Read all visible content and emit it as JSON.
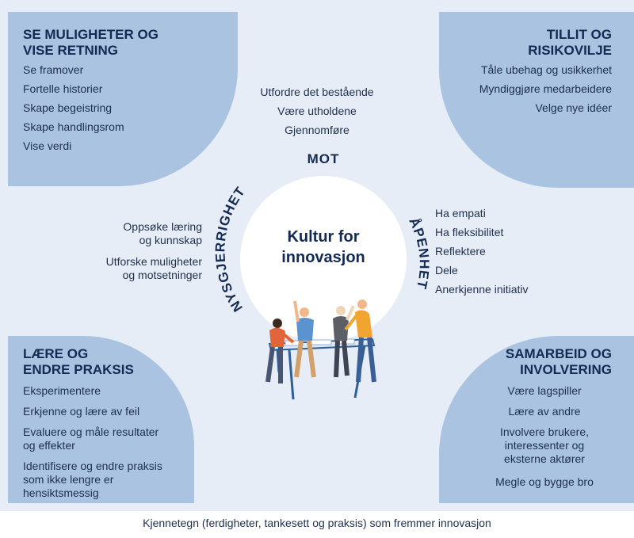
{
  "top_left": {
    "title": "SE MULIGHETER OG\nVISE RETNING",
    "items": [
      "Se framover",
      "Fortelle historier",
      "Skape begeistring",
      "Skape handlingsrom",
      "Vise verdi"
    ]
  },
  "top_right": {
    "title": "TILLIT OG\nRISIKOVILJE",
    "items": [
      "Tåle ubehag og usikkerhet",
      "Myndiggjøre medarbeidere",
      "Velge nye idéer"
    ]
  },
  "bottom_left": {
    "title": "LÆRE OG\nENDRE PRAKSIS",
    "items": [
      "Eksperimentere",
      "Erkjenne og lære av feil",
      "Evaluere og måle resultater\nog effekter",
      "Identifisere og endre praksis\nsom ikke lengre er\nhensiktsmessig"
    ]
  },
  "bottom_right": {
    "title": "SAMARBEID OG\nINVOLVERING",
    "items": [
      "Være lagspiller",
      "Lære av andre",
      "Involvere brukere,\ninteressenter og\neksterne aktører",
      "Megle og bygge bro"
    ]
  },
  "mot": {
    "label": "MOT",
    "items": [
      "Utfordre det bestående",
      "Være utholdene",
      "Gjennomføre"
    ]
  },
  "nysgjerrighet": {
    "label": "NYSGJERRIGHET",
    "items": [
      "Oppsøke læring\nog kunnskap",
      "Utforske muligheter\nog motsetninger"
    ]
  },
  "apenhet": {
    "label": "ÅPENHET",
    "items": [
      "Ha empati",
      "Ha fleksibilitet",
      "Reflektere",
      "Dele",
      "Anerkjenne initiativ"
    ]
  },
  "center": {
    "text": "Kultur for\ninnovasjon"
  },
  "caption": "Kjennetegn (ferdigheter, tankesett og praksis) som fremmer innovasjon",
  "colors": {
    "background": "#e6edf6",
    "box": "#a9c3e1",
    "text": "#142a52"
  }
}
